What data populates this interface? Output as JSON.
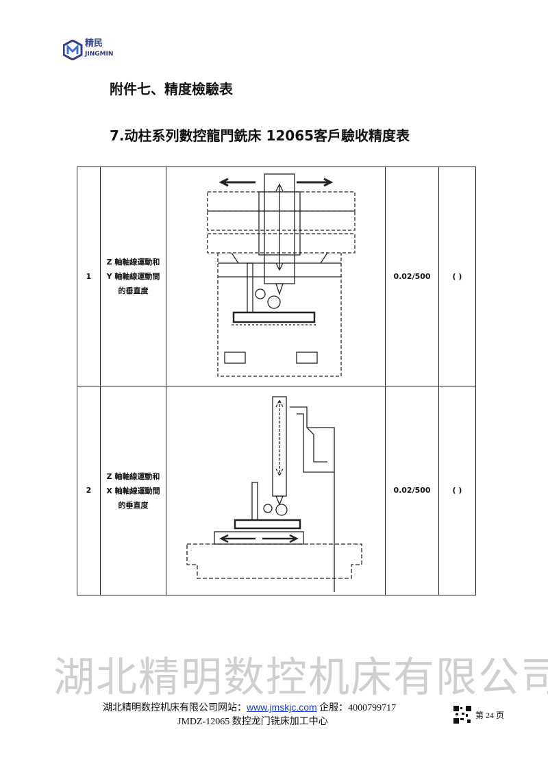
{
  "header": {
    "logo_cn": "精民",
    "logo_en": "JINGMIN"
  },
  "title": "附件七、精度檢驗表",
  "subtitle": "7.动柱系列數控龍門銑床 12065客戶驗收精度表",
  "rows": [
    {
      "no": "1",
      "desc_lines": [
        "Z 軸軸線運動和",
        "Y 軸軸線運動間",
        "的垂直度"
      ],
      "tolerance": "0.02/500",
      "result": "(   )"
    },
    {
      "no": "2",
      "desc_lines": [
        "Z 軸軸線運動和",
        "X 軸軸線運動間",
        "的垂直度"
      ],
      "tolerance": "0.02/500",
      "result": "(   )"
    }
  ],
  "watermark": "湖北精明数控机床有限公司",
  "footer": {
    "company": "湖北精明数控机床有限公司网站：",
    "url": "www.jmskjc.com",
    "service": " 企服：4000799717",
    "line2": "JMDZ-12065 数控龙门铣床加工中心",
    "page": "第 24 页"
  }
}
